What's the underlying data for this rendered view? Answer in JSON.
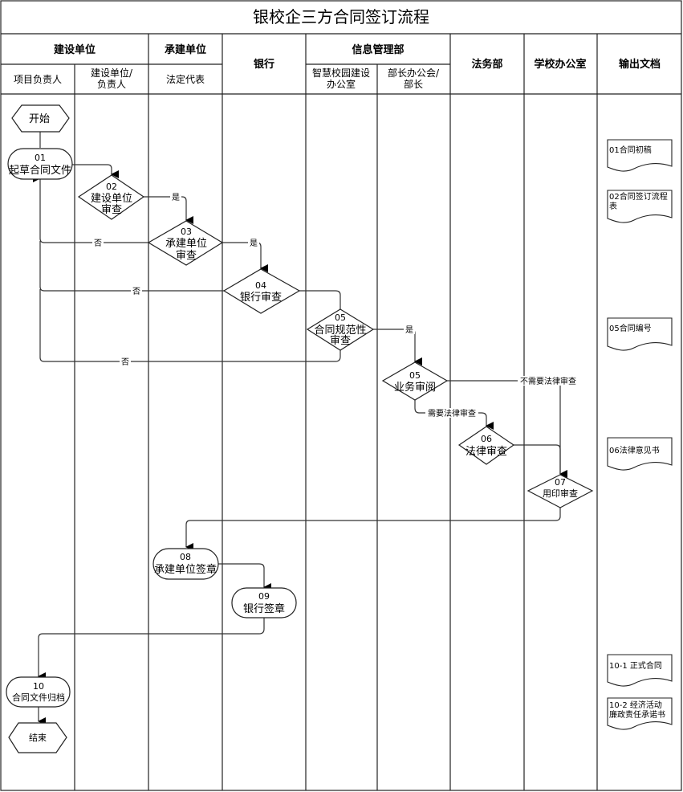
{
  "title": "银校企三方合同签订流程",
  "header": {
    "groups": [
      {
        "id": "jianshe",
        "label": "建设单位",
        "subs": [
          "项目负责人",
          "建设单位/\n负责人"
        ]
      },
      {
        "id": "chengjian",
        "label": "承建单位",
        "subs": [
          "法定代表"
        ]
      },
      {
        "id": "bank",
        "label": "银行",
        "subs": []
      },
      {
        "id": "info",
        "label": "信息管理部",
        "subs": [
          "智慧校园建设\n办公室",
          "部长办公会/\n部长"
        ]
      },
      {
        "id": "legal",
        "label": "法务部",
        "subs": []
      },
      {
        "id": "school",
        "label": "学校办公室",
        "subs": []
      },
      {
        "id": "output",
        "label": "输出文档",
        "subs": []
      }
    ]
  },
  "nodes": [
    {
      "id": "start",
      "type": "terminal",
      "num": "",
      "text": "开始"
    },
    {
      "id": "n01",
      "type": "process",
      "num": "01",
      "text": "起草合同文件"
    },
    {
      "id": "n02",
      "type": "decision",
      "num": "02",
      "text": "建设单位\n审查"
    },
    {
      "id": "n03",
      "type": "decision",
      "num": "03",
      "text": "承建单位\n审查"
    },
    {
      "id": "n04",
      "type": "decision",
      "num": "04",
      "text": "银行审查"
    },
    {
      "id": "n05a",
      "type": "decision",
      "num": "05",
      "text": "合同规范性\n审查"
    },
    {
      "id": "n05b",
      "type": "decision",
      "num": "05",
      "text": "业务审阅"
    },
    {
      "id": "n06",
      "type": "decision",
      "num": "06",
      "text": "法律审查"
    },
    {
      "id": "n07",
      "type": "decision",
      "num": "07",
      "text": "用印审查"
    },
    {
      "id": "n08",
      "type": "process",
      "num": "08",
      "text": "承建单位签章"
    },
    {
      "id": "n09",
      "type": "process",
      "num": "09",
      "text": "银行签章"
    },
    {
      "id": "n10",
      "type": "process",
      "num": "10",
      "text": "合同文件归档"
    },
    {
      "id": "end",
      "type": "terminal",
      "num": "",
      "text": "结束"
    }
  ],
  "edge_labels": {
    "yes": "是",
    "no": "否",
    "no_legal": "不需要法律审查",
    "need_legal": "需要法律审查"
  },
  "documents": [
    {
      "id": "d01",
      "text": "01合同初稿"
    },
    {
      "id": "d02",
      "text": "02合同签订流程\n表"
    },
    {
      "id": "d05",
      "text": "05合同编号"
    },
    {
      "id": "d06",
      "text": "06法律意见书"
    },
    {
      "id": "d10a",
      "text": "10-1  正式合同"
    },
    {
      "id": "d10b",
      "text": "10-2  经济活动\n廉政责任承诺书"
    }
  ],
  "colors": {
    "line": "#000000",
    "connector": "#333333",
    "grid": "#222222",
    "background": "#ffffff"
  }
}
